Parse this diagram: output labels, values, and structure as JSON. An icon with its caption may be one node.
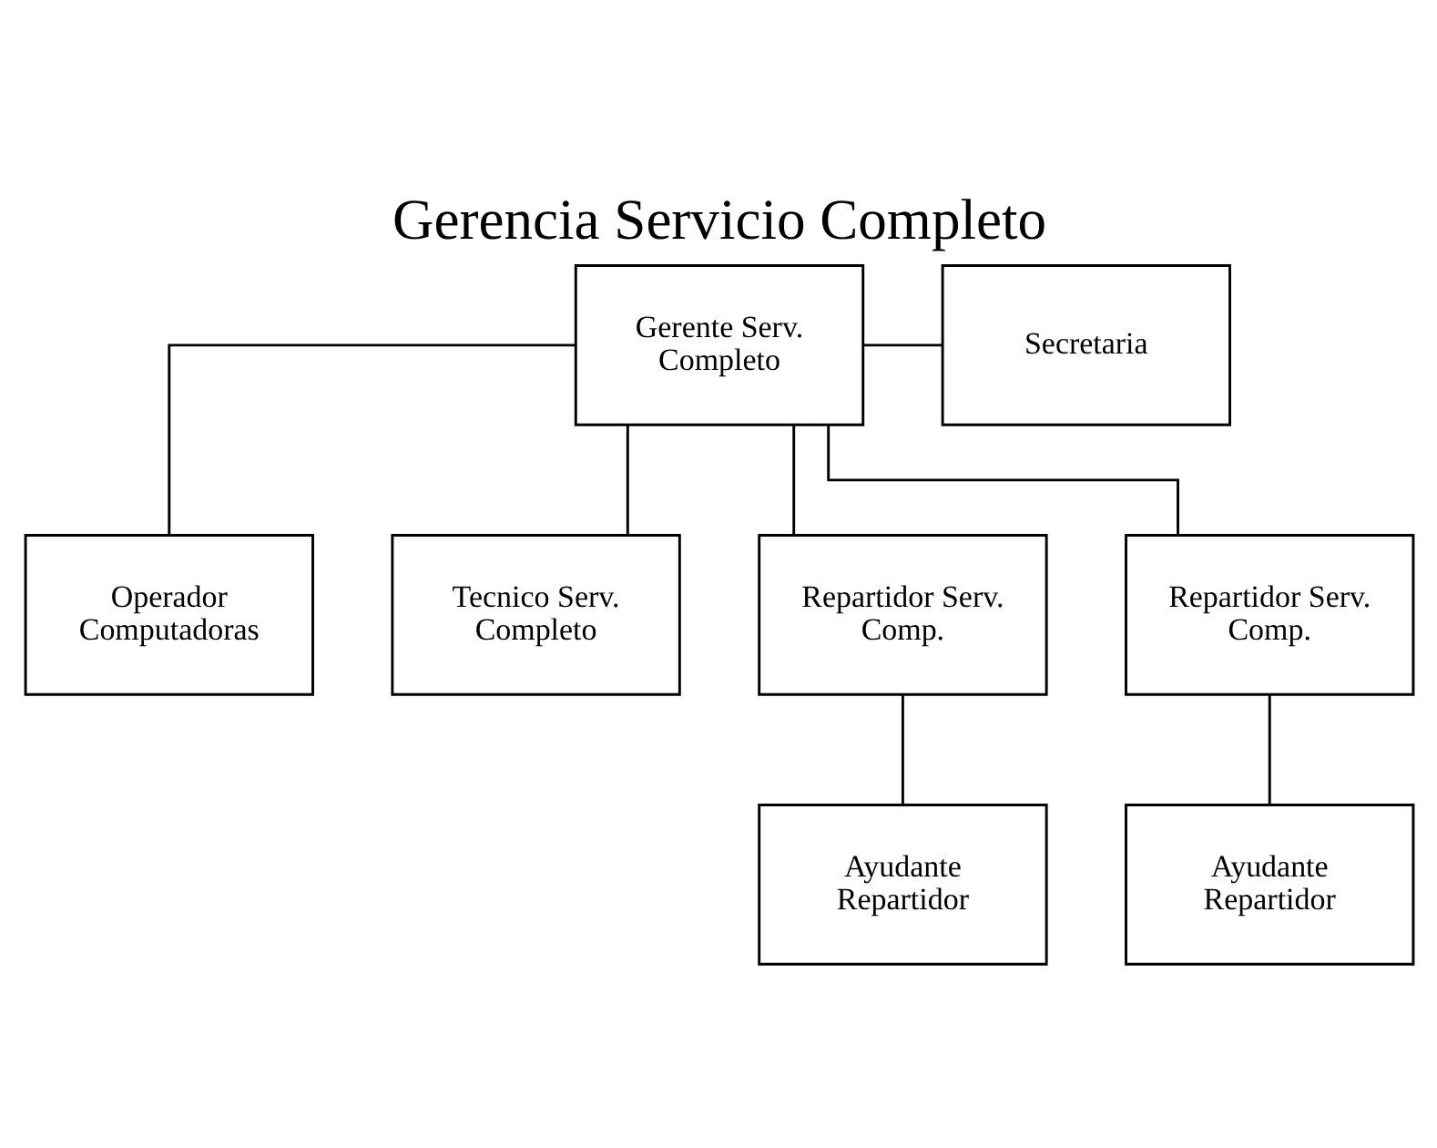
{
  "diagram": {
    "title": "Gerencia Servicio Completo",
    "nodes": [
      {
        "text": [
          "Gerente Serv. Completo"
        ]
      },
      {
        "text": [
          "Secretaria"
        ]
      },
      {
        "text": [
          "Operador Computadoras"
        ]
      },
      {
        "text": [
          "Tecnico Serv. Completo"
        ]
      },
      {
        "text": [
          "Repartidor Serv. Comp."
        ]
      },
      {
        "text": [
          "Repartidor Serv. Comp."
        ]
      },
      {
        "text": [
          "Ayudante Repartidor"
        ]
      },
      {
        "text": [
          "Ayudante Repartidor"
        ]
      }
    ],
    "edges": [
      {
        "from": 0,
        "to": 1,
        "arrow": "none"
      },
      {
        "from": 0,
        "to": 2,
        "arrow": "none"
      },
      {
        "from": 0,
        "to": 3,
        "arrow": "none"
      },
      {
        "from": 0,
        "to": 4,
        "arrow": "none"
      },
      {
        "from": 0,
        "to": 5,
        "arrow": "none"
      },
      {
        "from": 4,
        "to": 6,
        "arrow": "none"
      },
      {
        "from": 5,
        "to": 7,
        "arrow": "none"
      }
    ]
  }
}
